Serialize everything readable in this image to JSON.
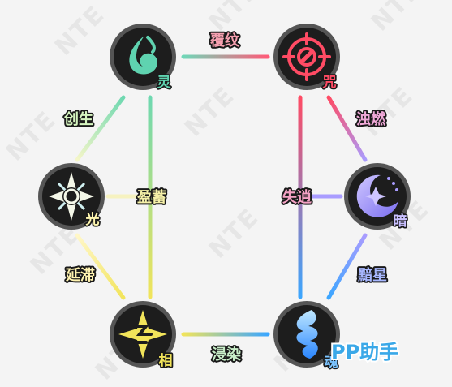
{
  "nodes": [
    {
      "id": "ling",
      "label": "灵",
      "color": "#5fd3b0",
      "icon": "spirit-icon"
    },
    {
      "id": "zhou",
      "label": "咒",
      "color": "#ff4b64",
      "icon": "curse-icon"
    },
    {
      "id": "guang",
      "label": "光",
      "color": "#fff7b0",
      "icon": "light-icon"
    },
    {
      "id": "an",
      "label": "暗",
      "color": "#a99cff",
      "icon": "dark-icon"
    },
    {
      "id": "xiang",
      "label": "相",
      "color": "#f2e45a",
      "icon": "phase-icon"
    },
    {
      "id": "hun",
      "label": "魂",
      "color": "#3aa6ff",
      "icon": "soul-icon"
    }
  ],
  "edges": [
    {
      "id": "fuwen",
      "label": "覆纹",
      "from": "ling",
      "to": "zhou",
      "label_color": "#f5a0b0"
    },
    {
      "id": "chuangsheng",
      "label": "创生",
      "from": "ling",
      "to": "guang",
      "label_color": "#d6f5c0"
    },
    {
      "id": "zhuoran",
      "label": "浊燃",
      "from": "zhou",
      "to": "an",
      "label_color": "#f0a9d8"
    },
    {
      "id": "yingxu",
      "label": "盈蓄",
      "from": "ling",
      "to": "xiang",
      "label_color": "#f6f1a8"
    },
    {
      "id": "shixiao",
      "label": "失逍",
      "from": "zhou",
      "to": "hun",
      "label_color": "#f4a2c4"
    },
    {
      "id": "yanzhi",
      "label": "延滞",
      "from": "guang",
      "to": "xiang",
      "label_color": "#fff3b0"
    },
    {
      "id": "anxing",
      "label": "黯星",
      "from": "an",
      "to": "hun",
      "label_color": "#a8b8ff"
    },
    {
      "id": "jinran",
      "label": "浸染",
      "from": "xiang",
      "to": "hun",
      "label_color": "#c8eec8"
    }
  ],
  "watermark": "NTE",
  "brand": "PP助手"
}
